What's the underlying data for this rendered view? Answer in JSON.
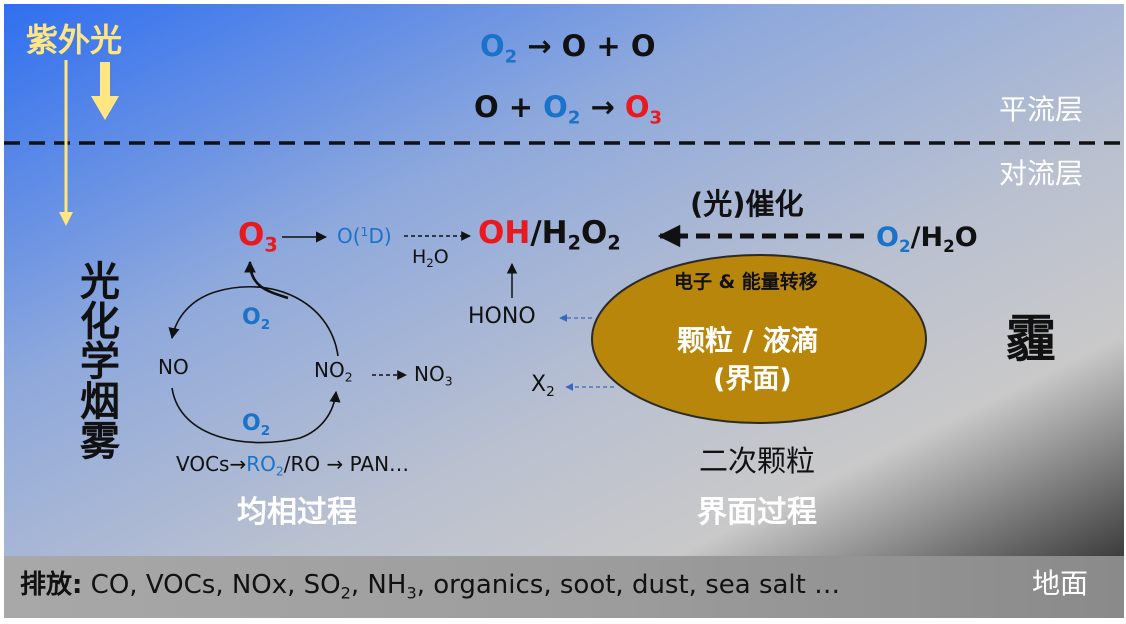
{
  "colors": {
    "sky_top_left": "#2f6ff0",
    "sky_mid": "#9ab0d8",
    "ground_dark": "#4a4a4a",
    "particle_fill": "#b8860b",
    "accent_blue": "#1a73c9",
    "accent_red": "#e8191f",
    "uv_yellow": "#ffe680"
  },
  "uv": {
    "label": "紫外光"
  },
  "stratosphere": {
    "label": "平流层",
    "reaction1": {
      "r": "O",
      "r_sub": "2",
      "p": "→ O + O"
    },
    "reaction2": {
      "pre": "O + ",
      "o": "O",
      "o_sub": "2",
      "arrow": "→",
      "o3": "O",
      "o3_sub": "3"
    }
  },
  "troposphere": {
    "label": "对流层"
  },
  "ground": {
    "label": "地面"
  },
  "smog": {
    "chars": [
      "光",
      "化",
      "学",
      "烟",
      "雾"
    ]
  },
  "haze": {
    "label": "霾"
  },
  "homogeneous": {
    "o3": "O",
    "o3_sub": "3",
    "o1d_pre": "O(",
    "o1d_sup": "1",
    "o1d_post": "D)",
    "h2o": "H",
    "h2o_sub": "2",
    "h2o_post": "O",
    "o2_upper": "O",
    "o2_upper_sub": "2",
    "no": "NO",
    "no2": "NO",
    "no2_sub": "2",
    "no3": "NO",
    "no3_sub": "3",
    "o2_lower": "O",
    "o2_lower_sub": "2",
    "vocs_pre": "VOCs→",
    "vocs_ro2": "RO",
    "vocs_ro2_sub": "2",
    "vocs_post": "/RO → PAN…",
    "label": "均相过程"
  },
  "oxidants": {
    "oh": "OH",
    "rest": "/H",
    "rest_sub": "2",
    "rest_o": "O",
    "rest_o_sub": "2"
  },
  "catalysis": {
    "label": "(光)催化",
    "src_o": "O",
    "src_o_sub": "2",
    "src_rest": "/H",
    "src_rest_sub": "2",
    "src_rest_o": "O"
  },
  "heterogeneous": {
    "hono": "HONO",
    "x2": "X",
    "x2_sub": "2",
    "transfer": "电子 & 能量转移",
    "particle_line1": "颗粒 / 液滴",
    "particle_line2": "(界面)",
    "secondary": "二次颗粒",
    "label": "界面过程"
  },
  "emissions": {
    "label": "排放:",
    "p1": " CO, VOCs, NOx, SO",
    "p1_sub": "2",
    "p2": ", NH",
    "p2_sub": "3",
    "p3": ", organics, soot, dust, sea salt …"
  }
}
